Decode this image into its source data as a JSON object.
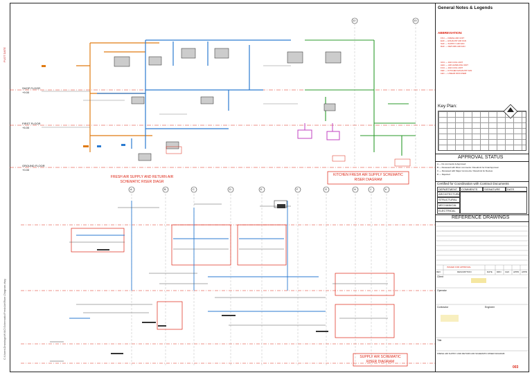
{
  "sidebar": {
    "notes_title": "General Notes & Legends",
    "abbreviation_label": "ABBREVIATION:",
    "abbreviations": [
      "FFU — FRESH AIR UNIT",
      "EAF — EXHAUST AIR FAN",
      "SAF — SUPPLY AIR FAN",
      "RAF — RETURN AIR FAN"
    ],
    "abbreviations2": [
      "CFU — FAN COIL UNIT",
      "AHU — AIR HANDLING UNIT",
      "FCU — FAN COIL UNIT",
      "KEF — KITCHEN EXHAUST FAN",
      "LEC — LINEAR DIFFUSER"
    ],
    "key_plan": "Key Plan:",
    "approval_status": "APPROVAL STATUS",
    "approval_rows": [
      "A — No comments & Approved",
      "B — Reviewed with Minor comments / Resubmit for Final Approval",
      "C — Reviewed with Major Comments / Resubmit for Review",
      "D — Rejected"
    ],
    "certified": "Certified for Coordination with Contract Documents",
    "cert_headers": [
      "DEPARTMENT",
      "COMMENTS",
      "SIGNATURE",
      "DATE"
    ],
    "departments": [
      "ARCHITECTURAL",
      "STRUCTURAL",
      "MECHANICAL",
      "ELECTRICAL"
    ],
    "reference_drawings": "REFERENCE DRAWINGS",
    "rev_headers": [
      "REV",
      "DESCRIPTION",
      "DATE",
      "DRN",
      "CHK",
      "APPD",
      "APPD"
    ],
    "rev_row": "ISSUED FOR APPROVAL",
    "client_label": "Client",
    "operator_label": "Operator",
    "contractor_label": "Contractor",
    "engineer_label": "Engineer",
    "title_label": "Title",
    "footer": "FRESH AIR SUPPLY AND RETURN AIR SCHEMATIC RISER DIAGRAM",
    "sheet_no": "003"
  },
  "diagram": {
    "floors": [
      "SHOP FLOOR",
      "FIRST FLOOR",
      "GROUND FLOOR"
    ],
    "floor_levels": [
      "+9.00",
      "+5.00",
      "+0.00"
    ],
    "captions": {
      "fresh_air": "FRESH AIR SUPPLY AND RETURN AIR SCHEMATIC RISER DIAGR",
      "kitchen": "KITCHEN FRESH AIR SUPPLY SCHEMATIC RISER DIAGRAM",
      "supply": "SUPPLY AIR SCHEMATIC RISER DIAGRAM"
    },
    "grid_bubbles": [
      "A",
      "B",
      "C",
      "D",
      "E",
      "F",
      "G",
      "H",
      "J",
      "K"
    ],
    "top_bubbles": [
      "12",
      "13"
    ],
    "margin_text": "C:\\Users\\Drawings\\HVAC\\Schematic\\FreshAir\\Riser-Diagram.dwg",
    "margin_plot": "PLOT DATE",
    "colors": {
      "orange": "#e07a10",
      "blue": "#2a7ad0",
      "green": "#2a9a2a",
      "magenta": "#c040c0",
      "red": "#d21",
      "gray": "#666"
    }
  }
}
